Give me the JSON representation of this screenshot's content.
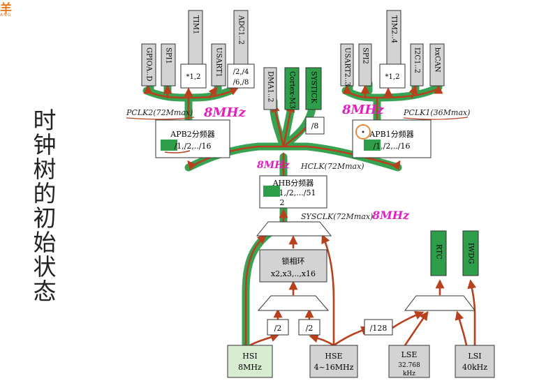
{
  "logo": {
    "mark": "羊",
    "sub": "ANG"
  },
  "side_title": "时钟树的初始状态",
  "colors": {
    "path_red": "#b8401c",
    "highlight_green": "#2e9e4a",
    "annot_magenta": "#e020c0",
    "box_gray": "#d3d3d3",
    "hsi_fill": "#d8ecd2"
  },
  "sources": {
    "hsi": {
      "name": "HSI",
      "freq": "8MHz"
    },
    "hse": {
      "name": "HSE",
      "freq": "4~16MHz"
    },
    "lse": {
      "name": "LSE",
      "freq": "32.768",
      "unit": "kHz"
    },
    "lsi": {
      "name": "LSI",
      "freq": "40kHz"
    }
  },
  "dividers": {
    "hsi_div": "/2",
    "hse_div": "/2",
    "lse_div": "/128",
    "systick_div": "/8"
  },
  "pll": {
    "title": "锁相环",
    "factors": "x2,x3,..,x16"
  },
  "ahb": {
    "title": "AHB分频器",
    "factors_l1": "1,/2,.../51",
    "factors_l2": "2"
  },
  "apb2": {
    "title": "APB2分频器",
    "factors": "/1,/2,../16"
  },
  "apb1": {
    "title": "APB1分频器",
    "factors": "/1,/2,../16"
  },
  "labels": {
    "sysclk": "SYSCLK(72Mmax)",
    "hclk": "HCLK(72Mmax)",
    "pclk2": "PCLK2(72Mmax)",
    "pclk1": "PCLK1(36Mmax)"
  },
  "annotations": {
    "sysclk_freq": "8MHz",
    "hclk_freq": "8MHz",
    "pclk2_freq": "8MHz",
    "pclk1_freq": "8MHz"
  },
  "mult_boxes": {
    "apb2_timer": "*1,2",
    "apb1_timer": "*1,2"
  },
  "adc_div": {
    "l1": "/2,/4",
    "l2": "/6,/8"
  },
  "apb2_periph": [
    "GPIOA..D",
    "SPI1",
    "TIM1",
    "USART1",
    "ADC1..2"
  ],
  "ahb_periph": [
    "DMA1..2",
    "Cortex-M3",
    "SYSTICK"
  ],
  "apb1_periph": [
    "USART2..3",
    "SPI2",
    "TIM2..4",
    "I2C1..2",
    "bxCAN"
  ],
  "rtc_wdg": [
    "RTC",
    "IWDG"
  ]
}
